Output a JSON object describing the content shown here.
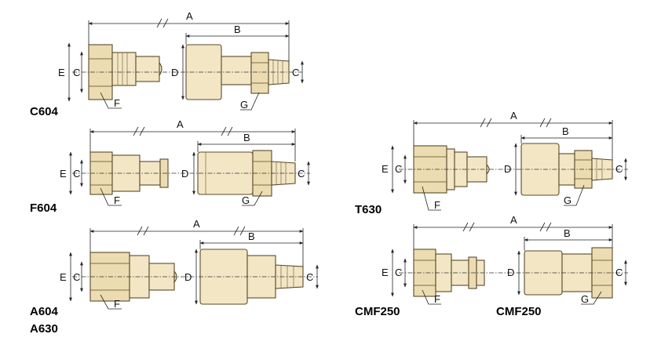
{
  "diagram": {
    "dimension_labels": {
      "a": "A",
      "b": "B",
      "c": "C",
      "d": "D",
      "e": "E",
      "f": "F",
      "g": "G"
    },
    "models": [
      {
        "id": "c604",
        "label": "C604"
      },
      {
        "id": "f604",
        "label": "F604"
      },
      {
        "id": "a604",
        "label": "A604",
        "label2": "A630"
      },
      {
        "id": "t630",
        "label": "T630"
      },
      {
        "id": "cmf250-plug",
        "label": "CMF250"
      },
      {
        "id": "cmf250-socket",
        "label": "CMF250"
      }
    ],
    "colors": {
      "part_fill": "#f2e6c4",
      "part_stroke": "#5a4a2a",
      "dimension_line": "#222222"
    }
  }
}
